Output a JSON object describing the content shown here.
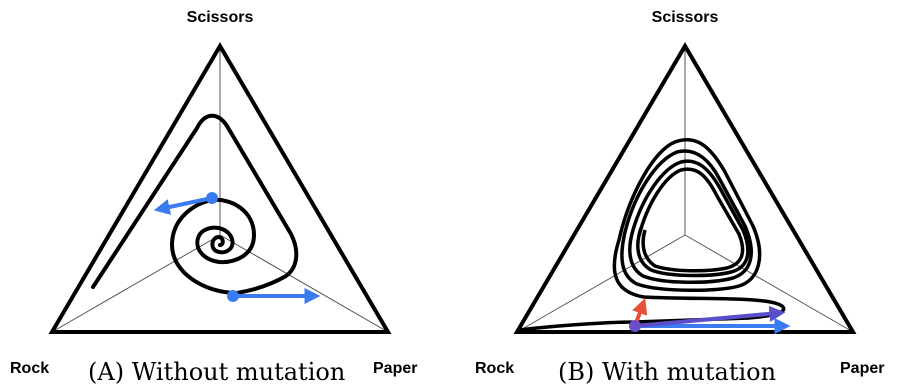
{
  "panels": [
    {
      "id": "a",
      "caption": "(A) Without mutation",
      "vertices": {
        "top": "Scissors",
        "left": "Rock",
        "right": "Paper"
      }
    },
    {
      "id": "b",
      "caption": "(B) With mutation",
      "vertices": {
        "top": "Scissors",
        "left": "Rock",
        "right": "Paper"
      }
    }
  ],
  "colors": {
    "outline": "#000000",
    "axes": "#555555",
    "trajectory": "#000000",
    "blue_arrow": "#3b7bf2",
    "red_arrow": "#e8503a",
    "purple_arrow": "#5a4fc8",
    "purple_dot": "#6a4fc8"
  }
}
